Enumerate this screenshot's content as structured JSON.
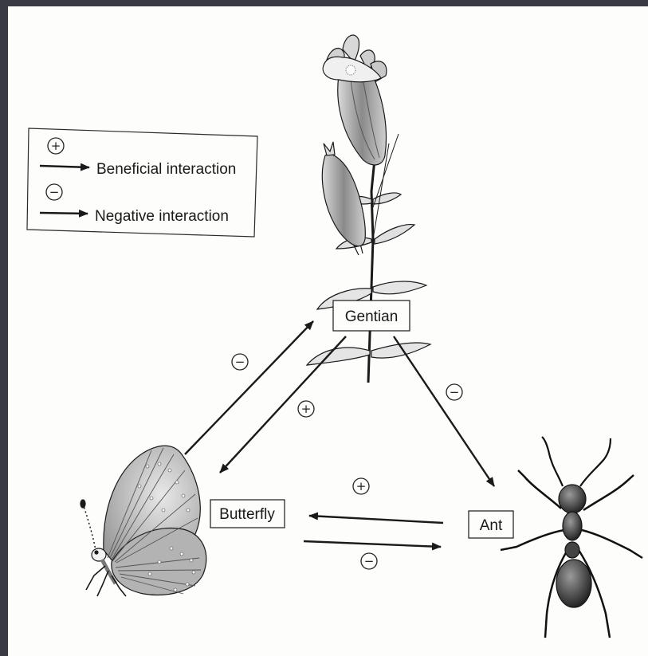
{
  "legend": {
    "beneficial": {
      "symbol": "+",
      "label": "Beneficial interaction"
    },
    "negative": {
      "symbol": "−",
      "label": "Negative interaction"
    }
  },
  "nodes": {
    "gentian": "Gentian",
    "butterfly": "Butterfly",
    "ant": "Ant"
  },
  "interactions": [
    {
      "from": "butterfly",
      "to": "gentian",
      "sign": "−"
    },
    {
      "from": "gentian",
      "to": "butterfly",
      "sign": "+"
    },
    {
      "from": "gentian",
      "to": "ant",
      "sign": "−"
    },
    {
      "from": "ant",
      "to": "butterfly",
      "sign": "+"
    },
    {
      "from": "butterfly",
      "to": "ant",
      "sign": "−"
    }
  ],
  "colors": {
    "ink": "#1a1a1a",
    "paper": "#fdfdfb",
    "frame": "#3a3b42"
  }
}
